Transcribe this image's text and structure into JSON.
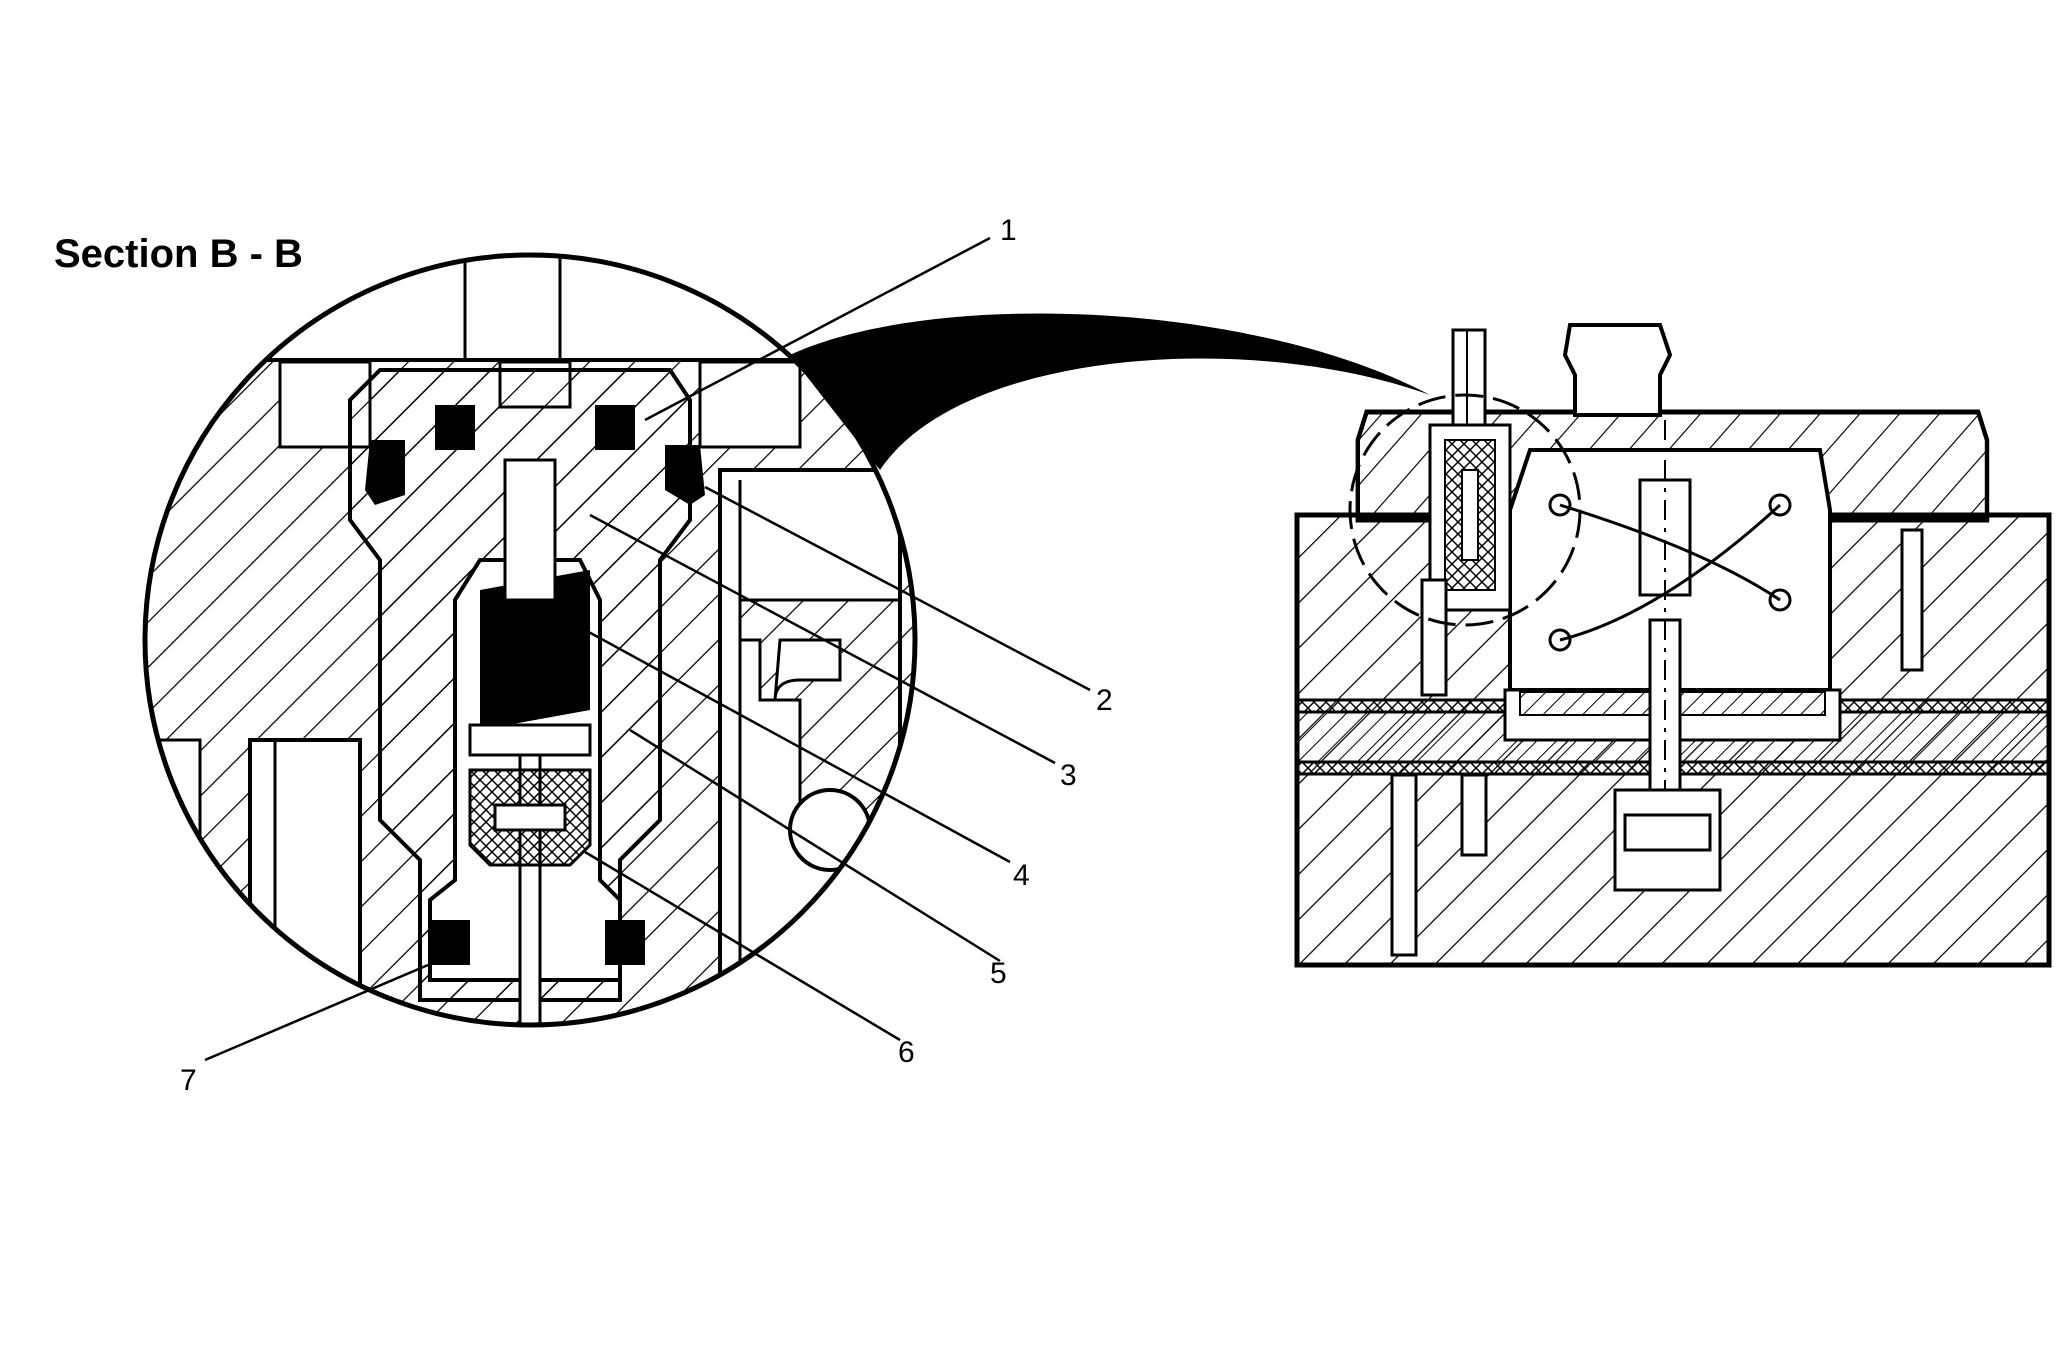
{
  "figure": {
    "title": "Section B - B",
    "callouts": [
      "1",
      "2",
      "3",
      "4",
      "5",
      "6",
      "7"
    ]
  }
}
